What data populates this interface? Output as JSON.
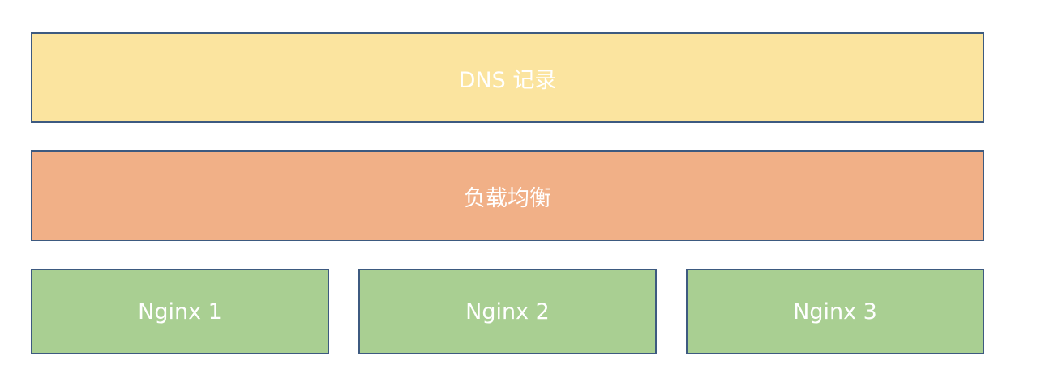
{
  "diagram": {
    "dns": {
      "label": "DNS 记录",
      "color": "#fbe49f"
    },
    "load_balancer": {
      "label": "负载均衡",
      "color": "#f1b087"
    },
    "nginx_nodes": [
      {
        "label": "Nginx 1",
        "color": "#a9cf92"
      },
      {
        "label": "Nginx 2",
        "color": "#a9cf92"
      },
      {
        "label": "Nginx 3",
        "color": "#a9cf92"
      }
    ],
    "border_color": "#3d5a80"
  }
}
